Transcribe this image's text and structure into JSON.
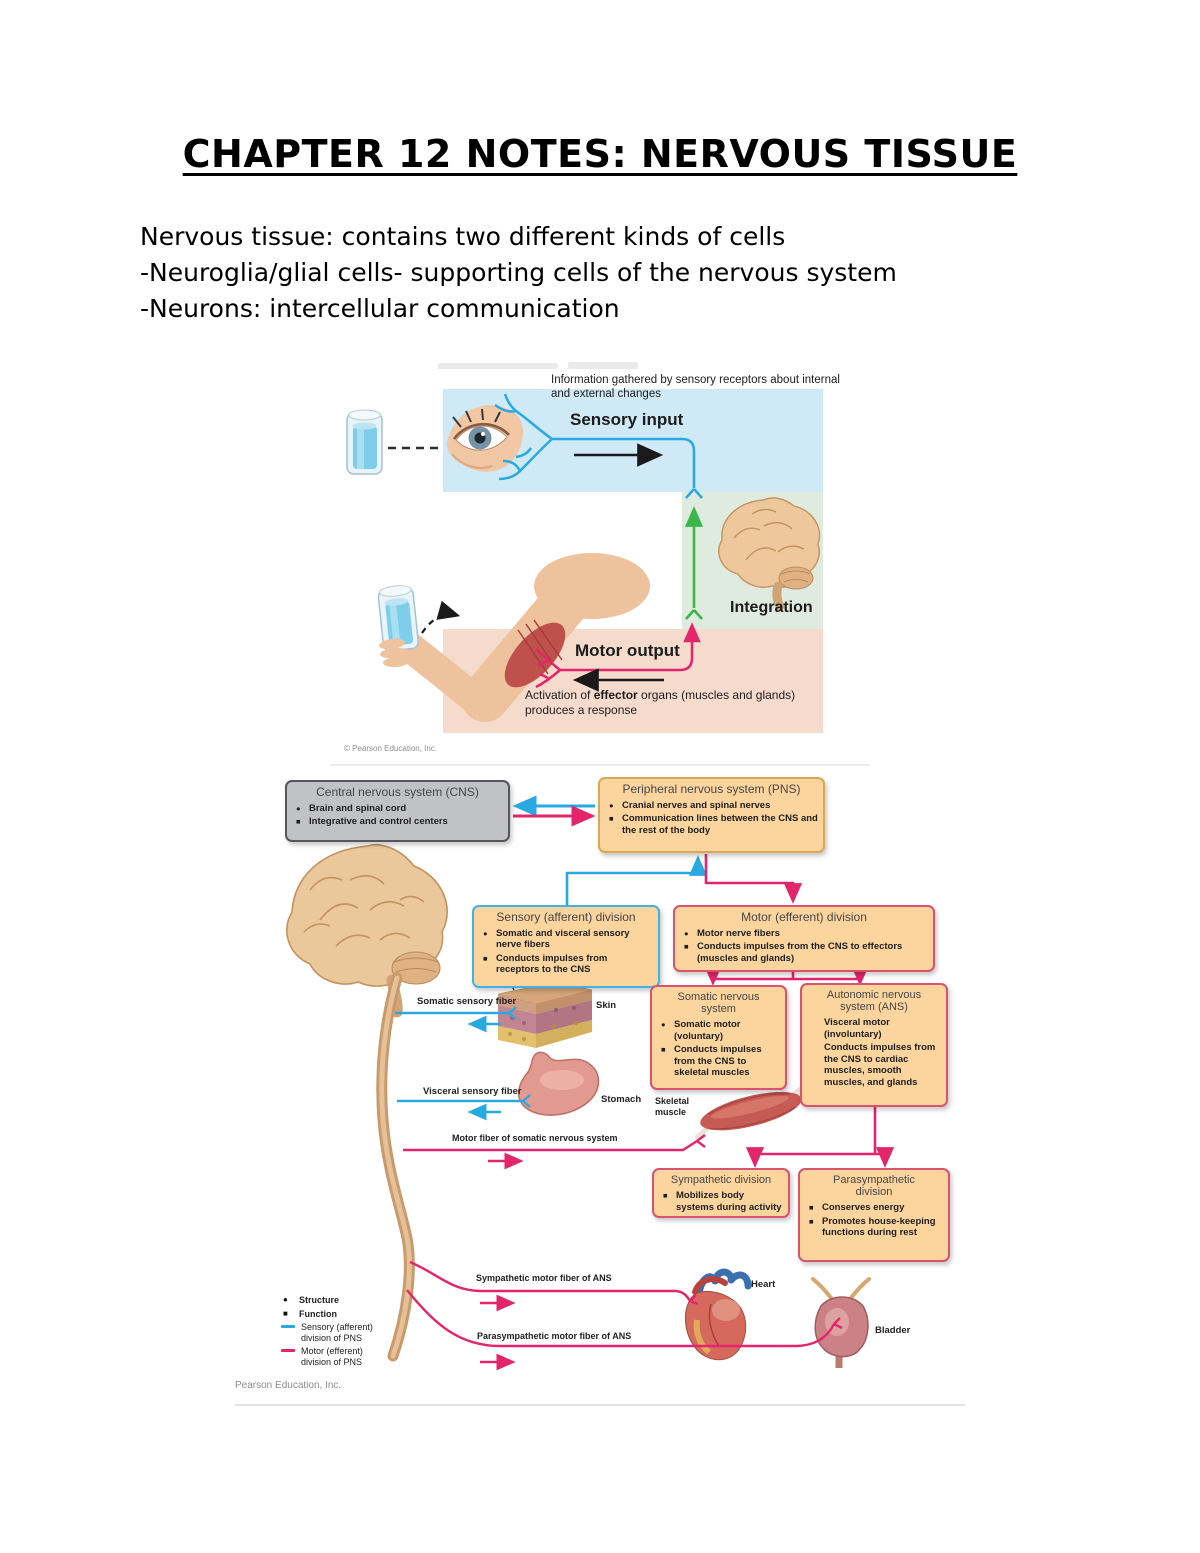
{
  "colors": {
    "sensory_blue": "#2aa9e1",
    "motor_red": "#e3256b",
    "integration_green": "#3cb54a",
    "fig1_sensory_bg": "#cfe9f6",
    "fig1_integration_bg": "#e0ebdf",
    "fig1_motor_bg": "#f5dbcc",
    "cns_box_gray": "#c1c2c6",
    "flow_box_tan": "#fbd49e"
  },
  "page": {
    "title": "CHAPTER 12 NOTES: NERVOUS TISSUE",
    "intro": [
      "Nervous tissue: contains two different kinds of cells",
      "-Neuroglia/glial cells- supporting cells of the nervous system",
      "-Neurons: intercellular communication"
    ]
  },
  "fig1": {
    "top_caption": "Information gathered by sensory receptors about internal and external changes",
    "sensory_input": "Sensory input",
    "integration": "Integration",
    "motor_output": "Motor output",
    "bottom_caption": {
      "pre": "Activation of ",
      "bold": "effector",
      "post": " organs (muscles and glands) produces a response"
    },
    "credit": "© Pearson Education, Inc."
  },
  "fig2": {
    "boxes": {
      "cns": {
        "title": "Central nervous system (CNS)",
        "bullets": [
          {
            "m": "●",
            "t": "Brain and spinal cord"
          },
          {
            "m": "■",
            "t": "Integrative and control centers"
          }
        ]
      },
      "pns": {
        "title": "Peripheral nervous system (PNS)",
        "bullets": [
          {
            "m": "●",
            "t": "Cranial nerves and spinal nerves"
          },
          {
            "m": "■",
            "t": "Communication lines between the CNS and the rest of the body"
          }
        ]
      },
      "sensory": {
        "title": "Sensory (afferent) division",
        "bullets": [
          {
            "m": "●",
            "t": "Somatic and visceral sensory nerve fibers"
          },
          {
            "m": "■",
            "t": "Conducts impulses from receptors to the CNS"
          }
        ]
      },
      "motor": {
        "title": "Motor (efferent) division",
        "bullets": [
          {
            "m": "●",
            "t": "Motor nerve fibers"
          },
          {
            "m": "■",
            "t": "Conducts impulses from the CNS to effectors (muscles and glands)"
          }
        ]
      },
      "somatic": {
        "title": "Somatic nervous system",
        "bullets": [
          {
            "m": "●",
            "t": "Somatic motor (voluntary)"
          },
          {
            "m": "■",
            "t": "Conducts impulses from the CNS to skeletal muscles"
          }
        ]
      },
      "autonomic": {
        "title": "Autonomic nervous system (ANS)",
        "bullets": [
          {
            "m": "",
            "t": "Visceral motor (involuntary)"
          },
          {
            "m": "",
            "t": "Conducts impulses from the CNS to cardiac muscles, smooth muscles, and glands"
          }
        ]
      },
      "sympathetic": {
        "title": "Sympathetic division",
        "bullets": [
          {
            "m": "■",
            "t": "Mobilizes body systems during activity"
          }
        ]
      },
      "parasympathetic": {
        "title": "Parasympathetic division",
        "bullets": [
          {
            "m": "■",
            "t": "Conserves energy"
          },
          {
            "m": "■",
            "t": "Promotes house-keeping functions during rest"
          }
        ]
      }
    },
    "labels": {
      "somatic_fiber": "Somatic sensory fiber",
      "skin": "Skin",
      "visceral_fiber": "Visceral sensory fiber",
      "stomach": "Stomach",
      "motor_fiber": "Motor fiber of somatic nervous system",
      "skeletal_muscle": "Skeletal muscle",
      "sympathetic_fiber": "Sympathetic motor fiber of ANS",
      "heart": "Heart",
      "parasympathetic_fiber": "Parasympathetic motor fiber of ANS",
      "bladder": "Bladder"
    },
    "legend": {
      "structure": {
        "m": "●",
        "t": "Structure"
      },
      "function": {
        "m": "■",
        "t": "Function"
      },
      "sensory": "Sensory (afferent) division of PNS",
      "motor": "Motor (efferent) division of PNS"
    },
    "credit": "Pearson Education, Inc."
  }
}
